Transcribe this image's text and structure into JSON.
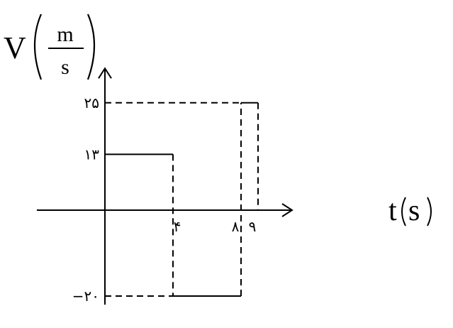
{
  "chart_data": {
    "type": "line",
    "step": true,
    "ylabel": {
      "symbol": "V",
      "unit_numerator": "m",
      "unit_denominator": "s"
    },
    "xlabel": {
      "symbol": "t",
      "unit": "s"
    },
    "x_ticks": [
      {
        "value": 4,
        "label": "۴"
      },
      {
        "value": 8,
        "label": "۸"
      },
      {
        "value": 9,
        "label": "۹"
      }
    ],
    "y_ticks": [
      {
        "value": 25,
        "label": "۲۵"
      },
      {
        "value": 13,
        "label": "۱۳"
      },
      {
        "value": -20,
        "label": "−۲۰"
      }
    ],
    "segments": [
      {
        "x_start": 0,
        "x_end": 4,
        "y": 13
      },
      {
        "x_start": 4,
        "x_end": 8,
        "y": -20
      },
      {
        "x_start": 8,
        "x_end": 9,
        "y": 25
      }
    ],
    "xlim": [
      -4,
      11
    ],
    "ylim": [
      -22,
      33
    ],
    "grid": false,
    "legend": "none"
  }
}
